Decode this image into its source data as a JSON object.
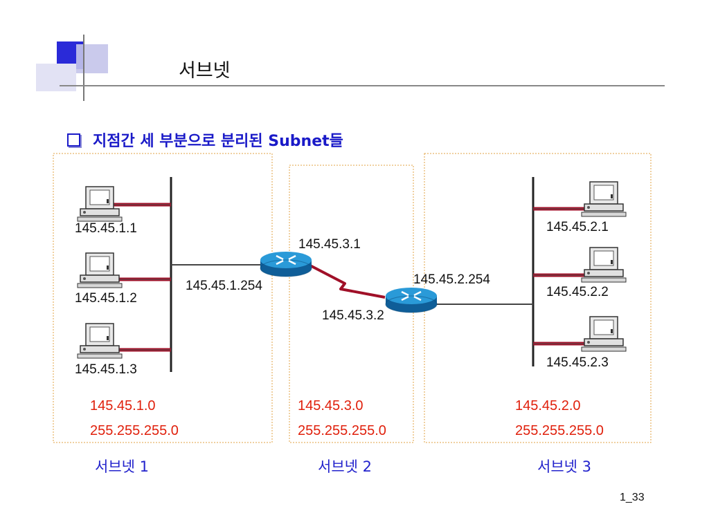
{
  "title": "서브넷",
  "heading": "지점간 세 부분으로 분리된 Subnet들",
  "hosts": {
    "left": [
      "145.45.1.1",
      "145.45.1.2",
      "145.45.1.3"
    ],
    "right": [
      "145.45.2.1",
      "145.45.2.2",
      "145.45.2.3"
    ]
  },
  "router_interfaces": {
    "r1_lan": "145.45.1.254",
    "r1_wan": "145.45.3.1",
    "r2_wan": "145.45.3.2",
    "r2_lan": "145.45.2.254"
  },
  "subnets": [
    {
      "network": "145.45.1.0",
      "mask": "255.255.255.0",
      "label": "서브넷 1"
    },
    {
      "network": "145.45.3.0",
      "mask": "255.255.255.0",
      "label": "서브넷 2"
    },
    {
      "network": "145.45.2.0",
      "mask": "255.255.255.0",
      "label": "서브넷 3"
    }
  ],
  "page_number": "1_33",
  "colors": {
    "accent": "#1a1ac8",
    "network_text": "#e0200c",
    "link": "#b01028",
    "router": "#1e86c8",
    "frame": "#e0a040"
  }
}
